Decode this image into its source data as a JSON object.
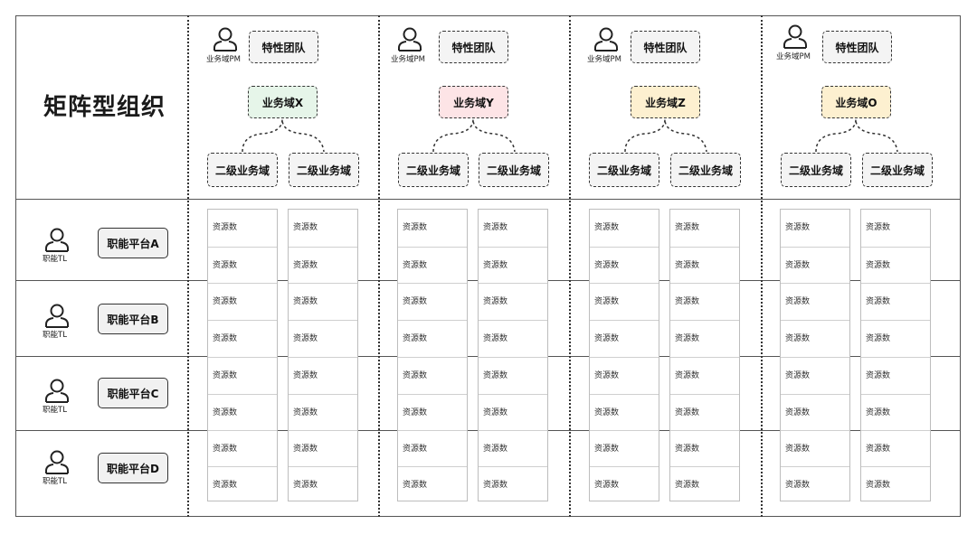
{
  "title": "矩阵型组织",
  "team_label": "特性团队",
  "pm_label": "业务域PM",
  "sub_domain_label": "二级业务域",
  "resource_label": "资源数",
  "tl_label": "职能TL",
  "domains": [
    {
      "name": "业务域X",
      "color": "#e6f5e9"
    },
    {
      "name": "业务域Y",
      "color": "#fde4e6"
    },
    {
      "name": "业务域Z",
      "color": "#fdf0d0"
    },
    {
      "name": "业务域O",
      "color": "#fdf0d0"
    }
  ],
  "platforms": [
    "职能平台A",
    "职能平台B",
    "职能平台C",
    "职能平台D"
  ],
  "icons": {
    "person": "person-icon"
  }
}
